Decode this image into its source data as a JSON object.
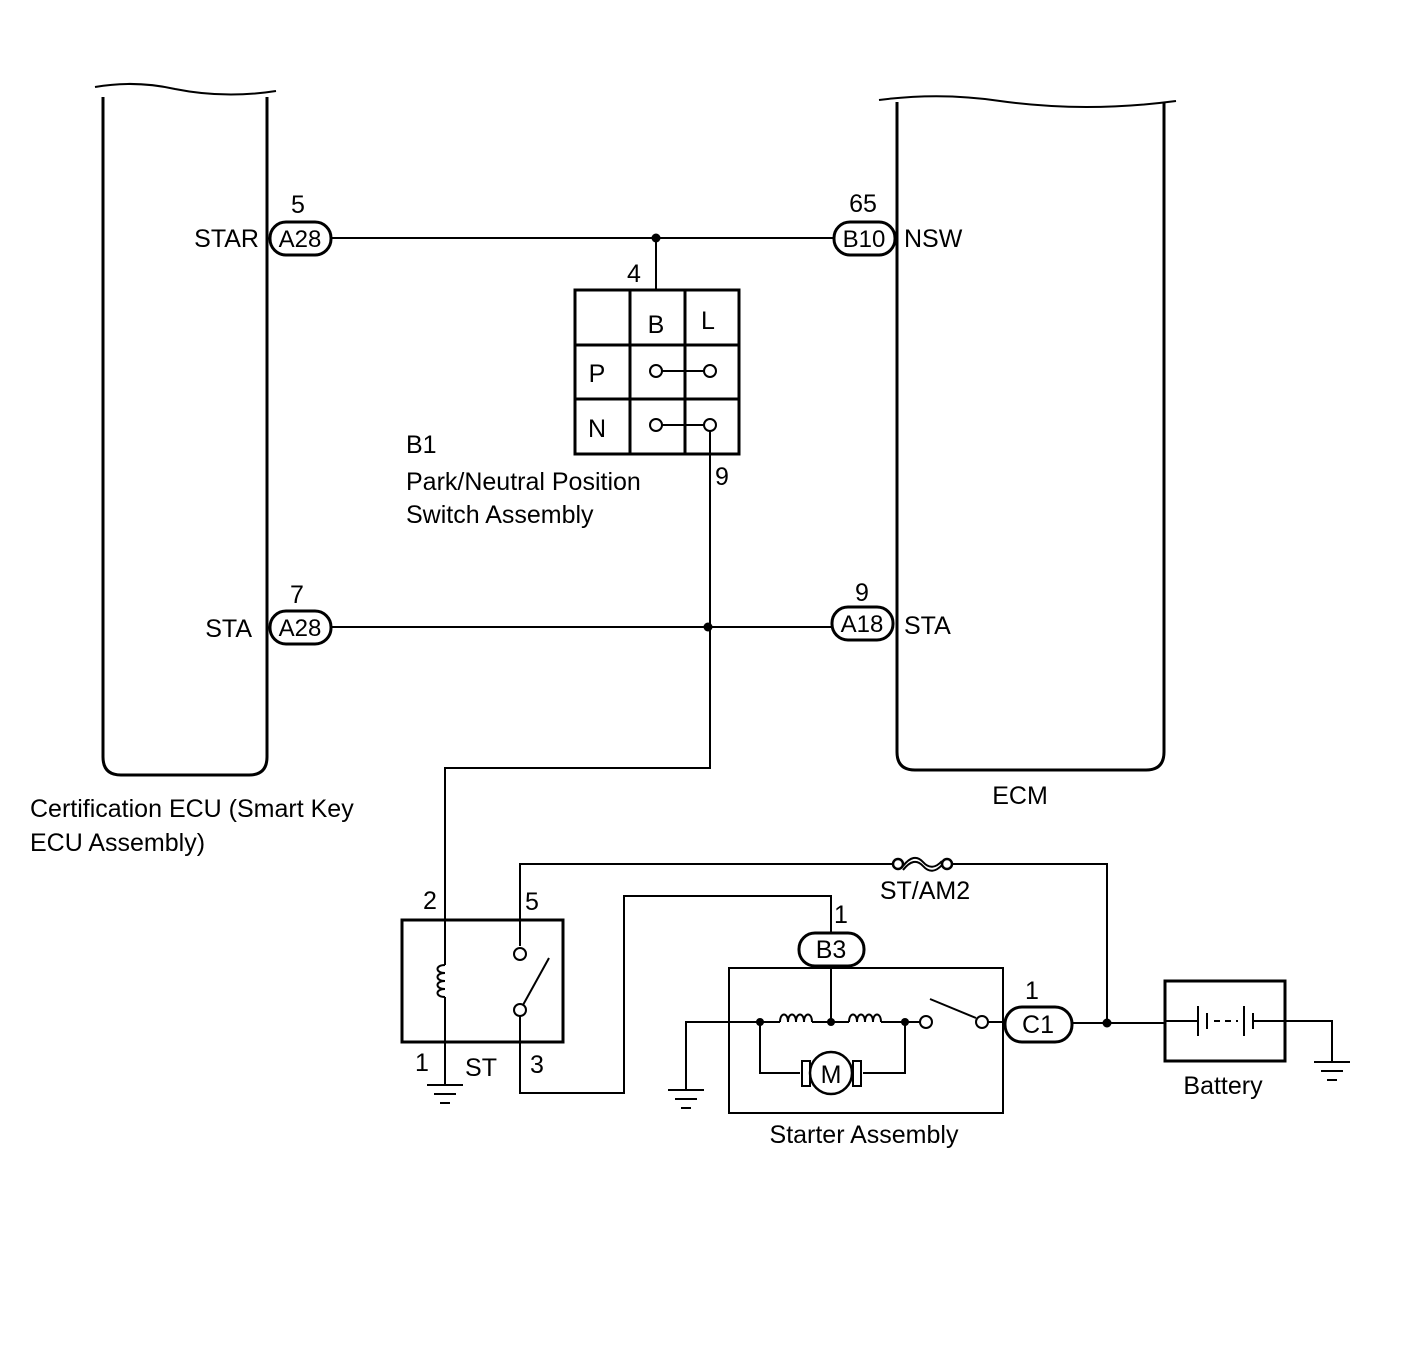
{
  "certification_ecu": {
    "name_line1": "Certification ECU (Smart Key",
    "name_line2": "ECU Assembly)",
    "pins": {
      "star": {
        "label": "STAR",
        "pin": "5",
        "connector": "A28"
      },
      "sta": {
        "label": "STA",
        "pin": "7",
        "connector": "A28"
      }
    }
  },
  "ecm": {
    "name": "ECM",
    "pins": {
      "nsw": {
        "label": "NSW",
        "pin": "65",
        "connector": "B10"
      },
      "sta": {
        "label": "STA",
        "pin": "9",
        "connector": "A18"
      }
    }
  },
  "pnp_switch": {
    "code": "B1",
    "name_line1": "Park/Neutral Position",
    "name_line2": "Switch Assembly",
    "pin_top": "4",
    "pin_bottom": "9",
    "columns": [
      "B",
      "L"
    ],
    "rows": [
      "P",
      "N"
    ]
  },
  "st_relay": {
    "name": "ST",
    "pins": {
      "coil_top": "2",
      "coil_bottom": "1",
      "switch_top": "5",
      "switch_bottom": "3"
    }
  },
  "fuse": {
    "label": "ST/AM2"
  },
  "starter": {
    "name": "Starter Assembly",
    "motor_symbol": "M",
    "connector_b": {
      "pin": "1",
      "connector": "B3"
    },
    "connector_c": {
      "pin": "1",
      "connector": "C1"
    }
  },
  "battery": {
    "name": "Battery"
  }
}
